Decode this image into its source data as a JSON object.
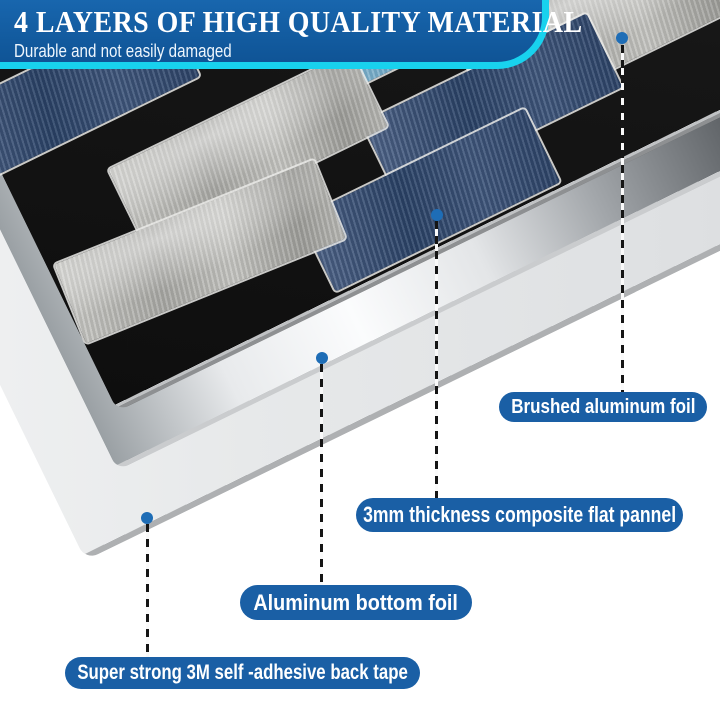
{
  "banner": {
    "title": "4 LAYERS OF HIGH QUALITY MATERIAL",
    "subtitle": "Durable and not easily damaged"
  },
  "callouts": [
    {
      "id": "brushed-aluminum-foil",
      "label": "Brushed aluminum foil"
    },
    {
      "id": "composite-panel",
      "label": "3mm thickness composite flat pannel"
    },
    {
      "id": "aluminum-bottom-foil",
      "label": "Aluminum bottom foil"
    },
    {
      "id": "adhesive-back-tape",
      "label": "Super strong 3M self -adhesive back tape"
    }
  ],
  "colors": {
    "banner_blue": "#125a9e",
    "accent_cyan": "#18d2ee",
    "pill_blue": "#1a5fa5",
    "dot_blue": "#1e6db6",
    "panel_black": "#161616",
    "tile_navy": "#3a5478",
    "tile_silver": "#b5b5b1",
    "tile_light_blue": "#7cb0c9"
  }
}
